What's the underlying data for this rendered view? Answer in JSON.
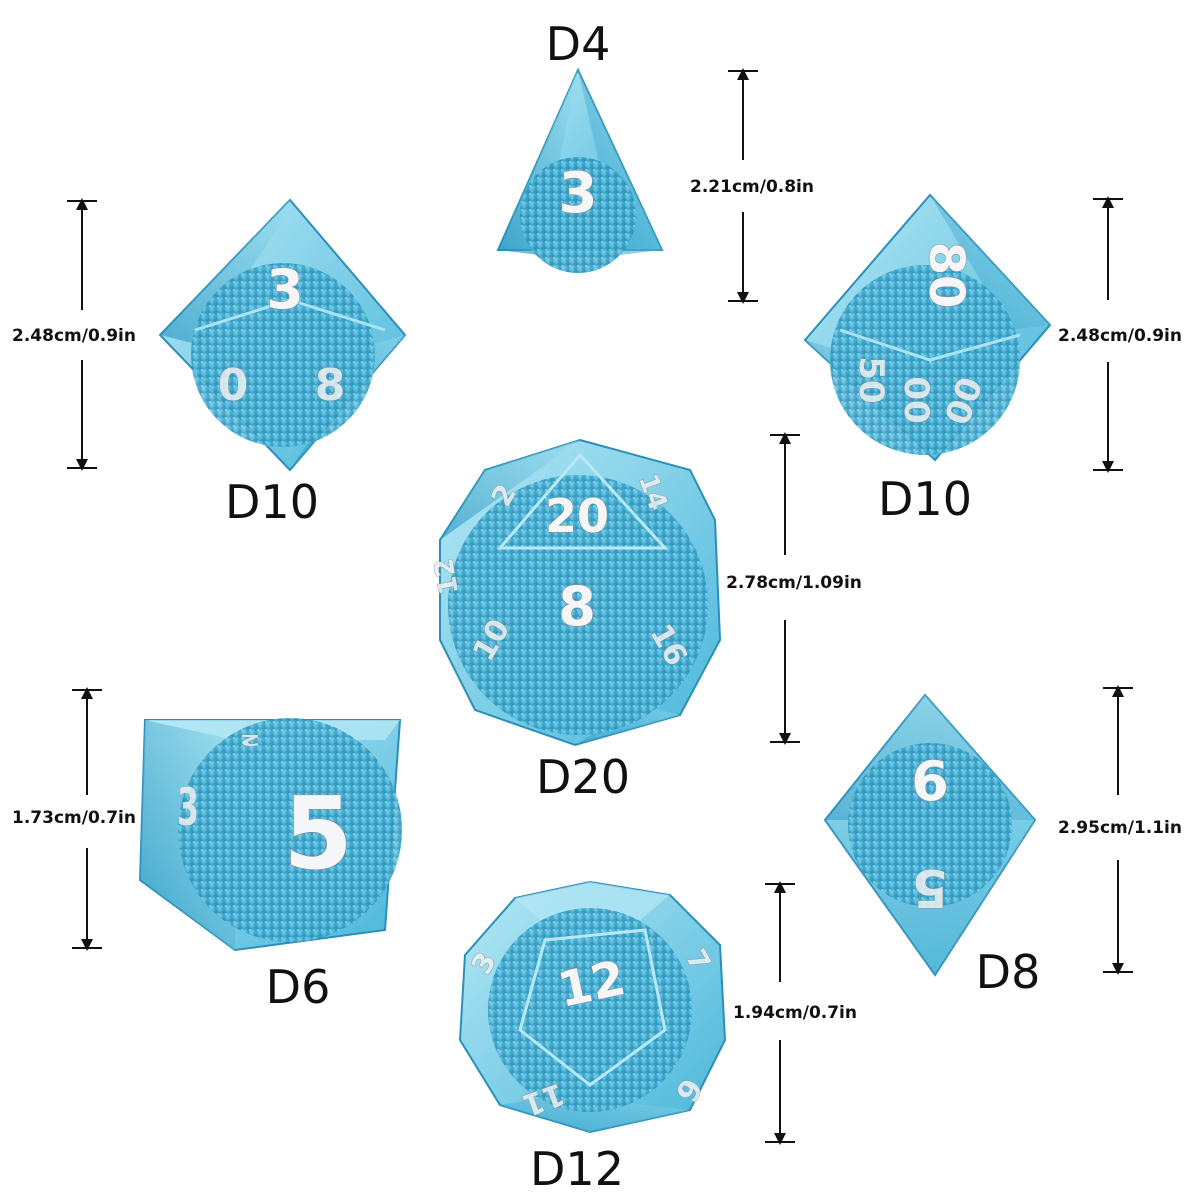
{
  "dice": [
    {
      "id": "d4",
      "label": "D4",
      "faces": [
        "3"
      ],
      "dimension": "2.21cm/0.8in"
    },
    {
      "id": "d10-left",
      "label": "D10",
      "faces": [
        "3",
        "0",
        "8"
      ],
      "dimension": "2.48cm/0.9in"
    },
    {
      "id": "d10-right",
      "label": "D10",
      "faces": [
        "80",
        "50",
        "00",
        "00"
      ],
      "dimension": "2.48cm/0.9in"
    },
    {
      "id": "d20",
      "label": "D20",
      "faces": [
        "20",
        "8",
        "2",
        "14",
        "12",
        "10",
        "16"
      ],
      "dimension": "2.78cm/1.09in"
    },
    {
      "id": "d6",
      "label": "D6",
      "faces": [
        "5",
        "3",
        "2"
      ],
      "dimension": "1.73cm/0.7in"
    },
    {
      "id": "d8",
      "label": "D8",
      "faces": [
        "6",
        "5"
      ],
      "dimension": "2.95cm/1.1in"
    },
    {
      "id": "d12",
      "label": "D12",
      "faces": [
        "12",
        "3",
        "7",
        "6",
        "11"
      ],
      "dimension": "1.94cm/0.7in"
    }
  ],
  "colors": {
    "resin_light": "#8fd6ec",
    "resin_mid": "#3fb3d8",
    "resin_dark": "#1a8db8",
    "glitter": "#4fb4d6",
    "text": "#111111"
  },
  "icons": {
    "dimension_marker": "double-headed-arrow-icon"
  }
}
